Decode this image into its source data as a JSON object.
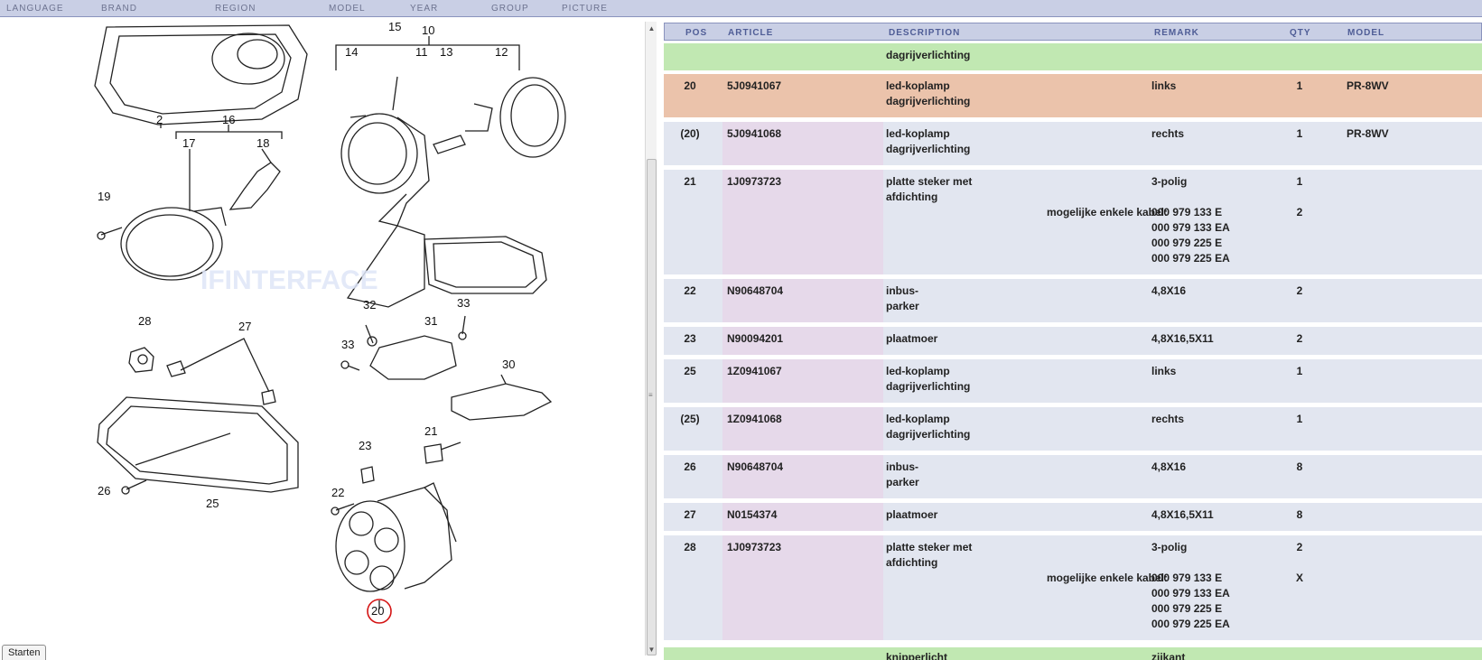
{
  "nav": {
    "items": [
      "LANGUAGE",
      "BRAND",
      "REGION",
      "MODEL",
      "YEAR",
      "GROUP",
      "PICTURE"
    ]
  },
  "diagram": {
    "watermark": "IFINTERFACE",
    "callouts": [
      "15",
      "10",
      "14",
      "11",
      "13",
      "12",
      "2",
      "16",
      "17",
      "18",
      "19",
      "32",
      "33",
      "31",
      "33",
      "30",
      "28",
      "27",
      "23",
      "21",
      "22",
      "26",
      "25",
      "20"
    ],
    "selected_callout": "20"
  },
  "table": {
    "headers": {
      "pos": "POS",
      "article": "ARTICLE",
      "description": "DESCRIPTION",
      "remark": "REMARK",
      "qty": "QTY",
      "model": "MODEL"
    },
    "group_title": "dagrijverlichting",
    "rows": [
      {
        "pos": "20",
        "article": "5J0941067",
        "description": "led-koplamp\ndagrijverlichting",
        "remark_label": "",
        "remark": "links",
        "qty": "1",
        "model": "PR-8WV"
      },
      {
        "pos": "(20)",
        "article": "5J0941068",
        "description": "led-koplamp\ndagrijverlichting",
        "remark_label": "",
        "remark": "rechts",
        "qty": "1",
        "model": "PR-8WV"
      },
      {
        "pos": "21",
        "article": "1J0973723",
        "description": "platte steker met\nafdichting",
        "remark_label": "mogelijke enkele kabel:",
        "remark": "3-polig",
        "remark_extra": "000 979 133 E\n000 979 133 EA\n000 979 225 E\n000 979 225 EA",
        "qty": "1",
        "qty_extra": "2",
        "model": ""
      },
      {
        "pos": "22",
        "article": "N90648704",
        "description": "inbus-\nparker",
        "remark_label": "",
        "remark": "4,8X16",
        "qty": "2",
        "model": ""
      },
      {
        "pos": "23",
        "article": "N90094201",
        "description": "plaatmoer",
        "remark_label": "",
        "remark": "4,8X16,5X11",
        "qty": "2",
        "model": ""
      },
      {
        "pos": "25",
        "article": "1Z0941067",
        "description": "led-koplamp\ndagrijverlichting",
        "remark_label": "",
        "remark": "links",
        "qty": "1",
        "model": ""
      },
      {
        "pos": "(25)",
        "article": "1Z0941068",
        "description": "led-koplamp\ndagrijverlichting",
        "remark_label": "",
        "remark": "rechts",
        "qty": "1",
        "model": ""
      },
      {
        "pos": "26",
        "article": "N90648704",
        "description": "inbus-\nparker",
        "remark_label": "",
        "remark": "4,8X16",
        "qty": "8",
        "model": ""
      },
      {
        "pos": "27",
        "article": "N0154374",
        "description": "plaatmoer",
        "remark_label": "",
        "remark": "4,8X16,5X11",
        "qty": "8",
        "model": ""
      },
      {
        "pos": "28",
        "article": "1J0973723",
        "description": "platte steker met\nafdichting",
        "remark_label": "mogelijke enkele kabel:",
        "remark": "3-polig",
        "remark_extra": "000 979 133 E\n000 979 133 EA\n000 979 225 E\n000 979 225 EA",
        "qty": "2",
        "qty_extra": "X",
        "model": ""
      }
    ],
    "next_group": {
      "description": "knipperlicht",
      "remark": "zijkant"
    }
  },
  "taskbar": {
    "start_label": "Starten"
  }
}
